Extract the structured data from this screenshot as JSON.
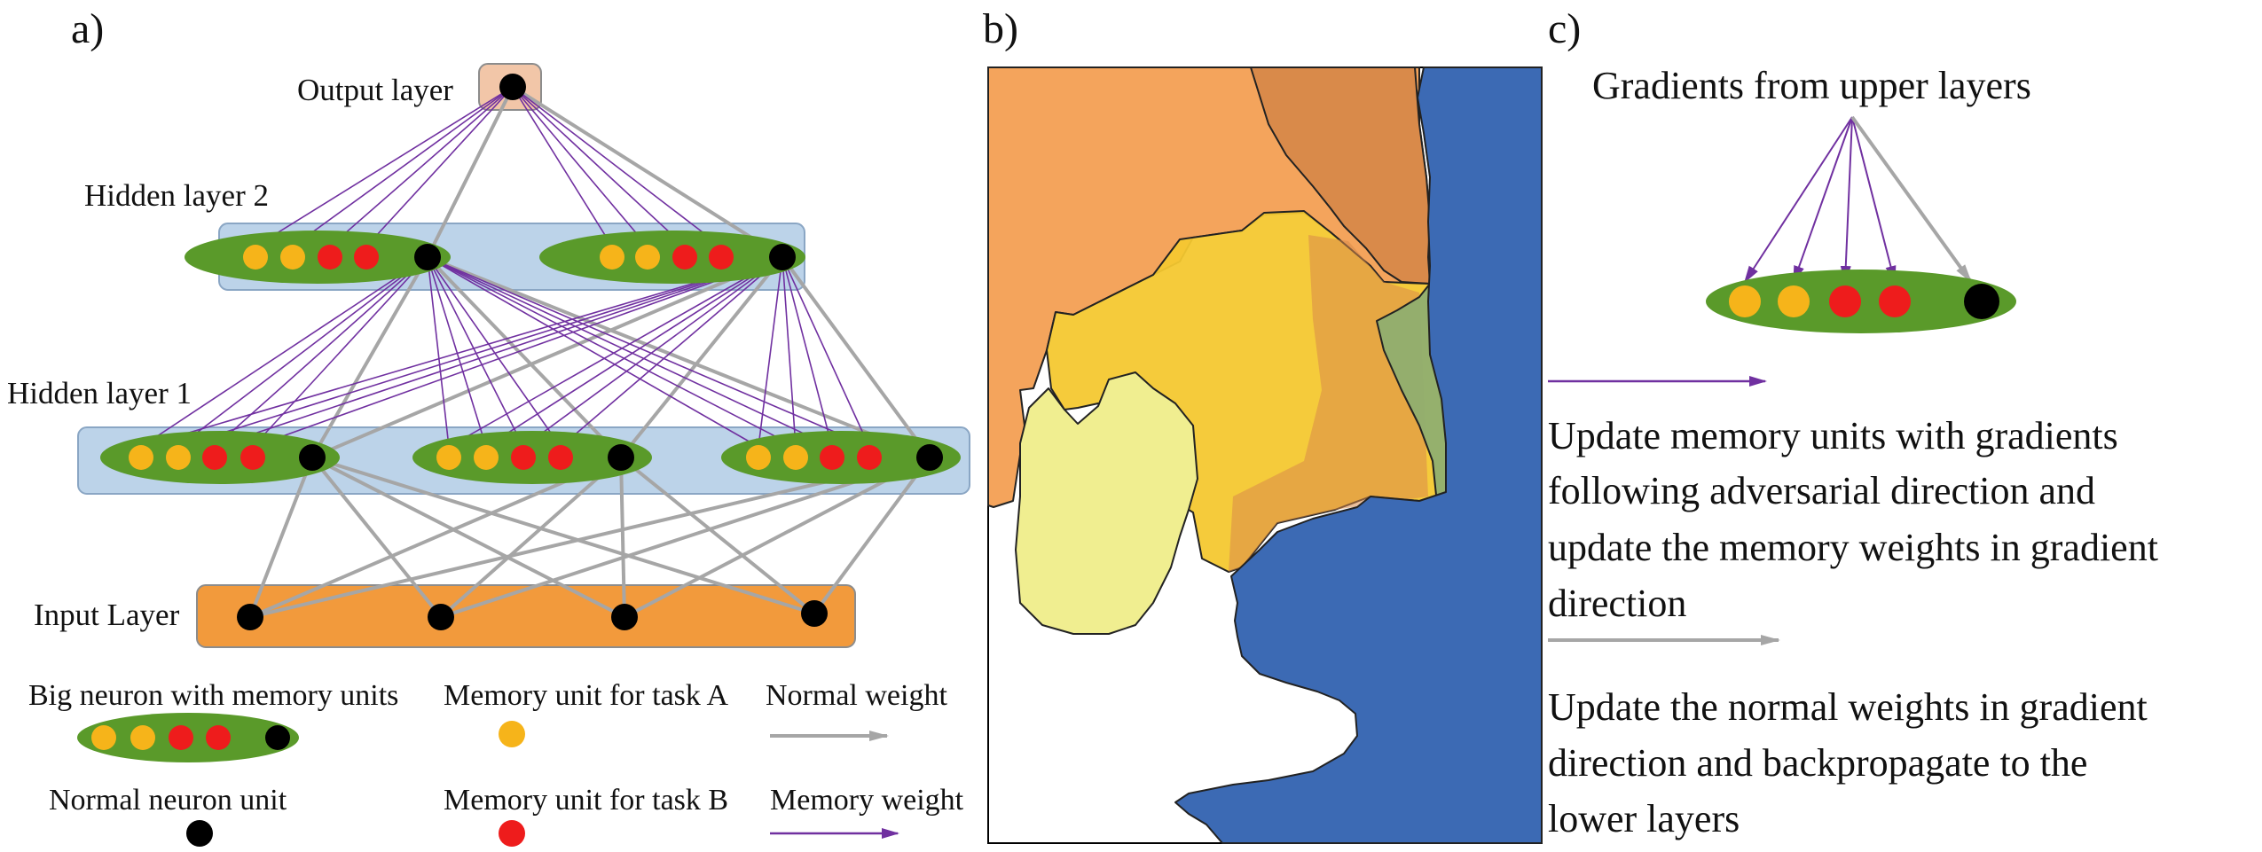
{
  "panels": {
    "a": {
      "label": "a)",
      "layers": {
        "output": "Output layer",
        "hidden2": "Hidden layer 2",
        "hidden1": "Hidden layer 1",
        "input": "Input Layer"
      },
      "legend": {
        "big_neuron": "Big neuron with memory units",
        "memory_a": "Memory unit for task A",
        "normal_weight": "Normal weight",
        "normal_neuron": "Normal neuron unit",
        "memory_b": "Memory unit for task B",
        "memory_weight": "Memory weight"
      }
    },
    "b": {
      "label": "b)"
    },
    "c": {
      "label": "c)",
      "title": "Gradients from upper layers",
      "memory_desc": [
        "Update memory units with gradients",
        "following adversarial direction and",
        "update the memory weights in gradient",
        "direction"
      ],
      "normal_desc": [
        "Update the normal weights in gradient",
        "direction and backpropagate to the",
        "lower layers"
      ]
    }
  },
  "colors": {
    "memory_a": "#f6b41a",
    "memory_b": "#ee1c1c",
    "neuron": "#000000",
    "big_neuron": "#5a9a2a",
    "hidden_band": "#bcd3e9",
    "input_band": "#f29a3c",
    "output_box": "#f2c6a8",
    "memory_weight": "#7030a0",
    "normal_weight": "#a6a6a6",
    "region_orange": "#f4a45c",
    "region_dark_orange": "#d98a4a",
    "region_yellow": "#f4c830",
    "region_pale_yellow": "#f0ee90",
    "region_green": "#8fae70",
    "region_blue": "#3c6ab4"
  }
}
